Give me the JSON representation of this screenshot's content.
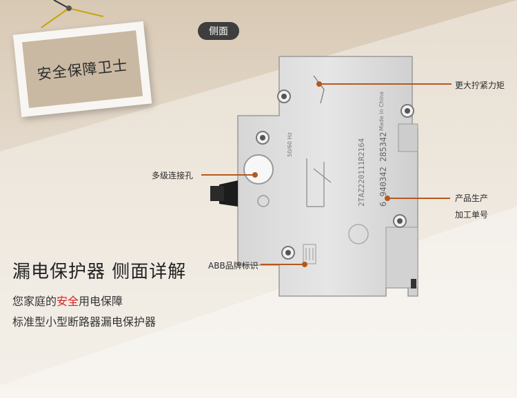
{
  "frame_text": "安全保障卫士",
  "side_label": "侧面",
  "callouts": {
    "torque": "更大拧紧力矩",
    "connect": "多级连接孔",
    "product_line1": "产品生产",
    "product_line2": "加工单号",
    "abb": "ABB品牌标识"
  },
  "heading": "漏电保护器 侧面详解",
  "subtitle1_pre": "您家庭的",
  "subtitle1_hl": "安全",
  "subtitle1_post": "用电保障",
  "subtitle2": "标准型小型断路器漏电保护器",
  "device_text": {
    "made_in": "Made in China",
    "code1": "2TAZ220111R2164",
    "code2": "6 940342 285342",
    "spec": "50/60 Hz"
  },
  "colors": {
    "accent": "#b5581d",
    "highlight": "#d21f1f"
  }
}
